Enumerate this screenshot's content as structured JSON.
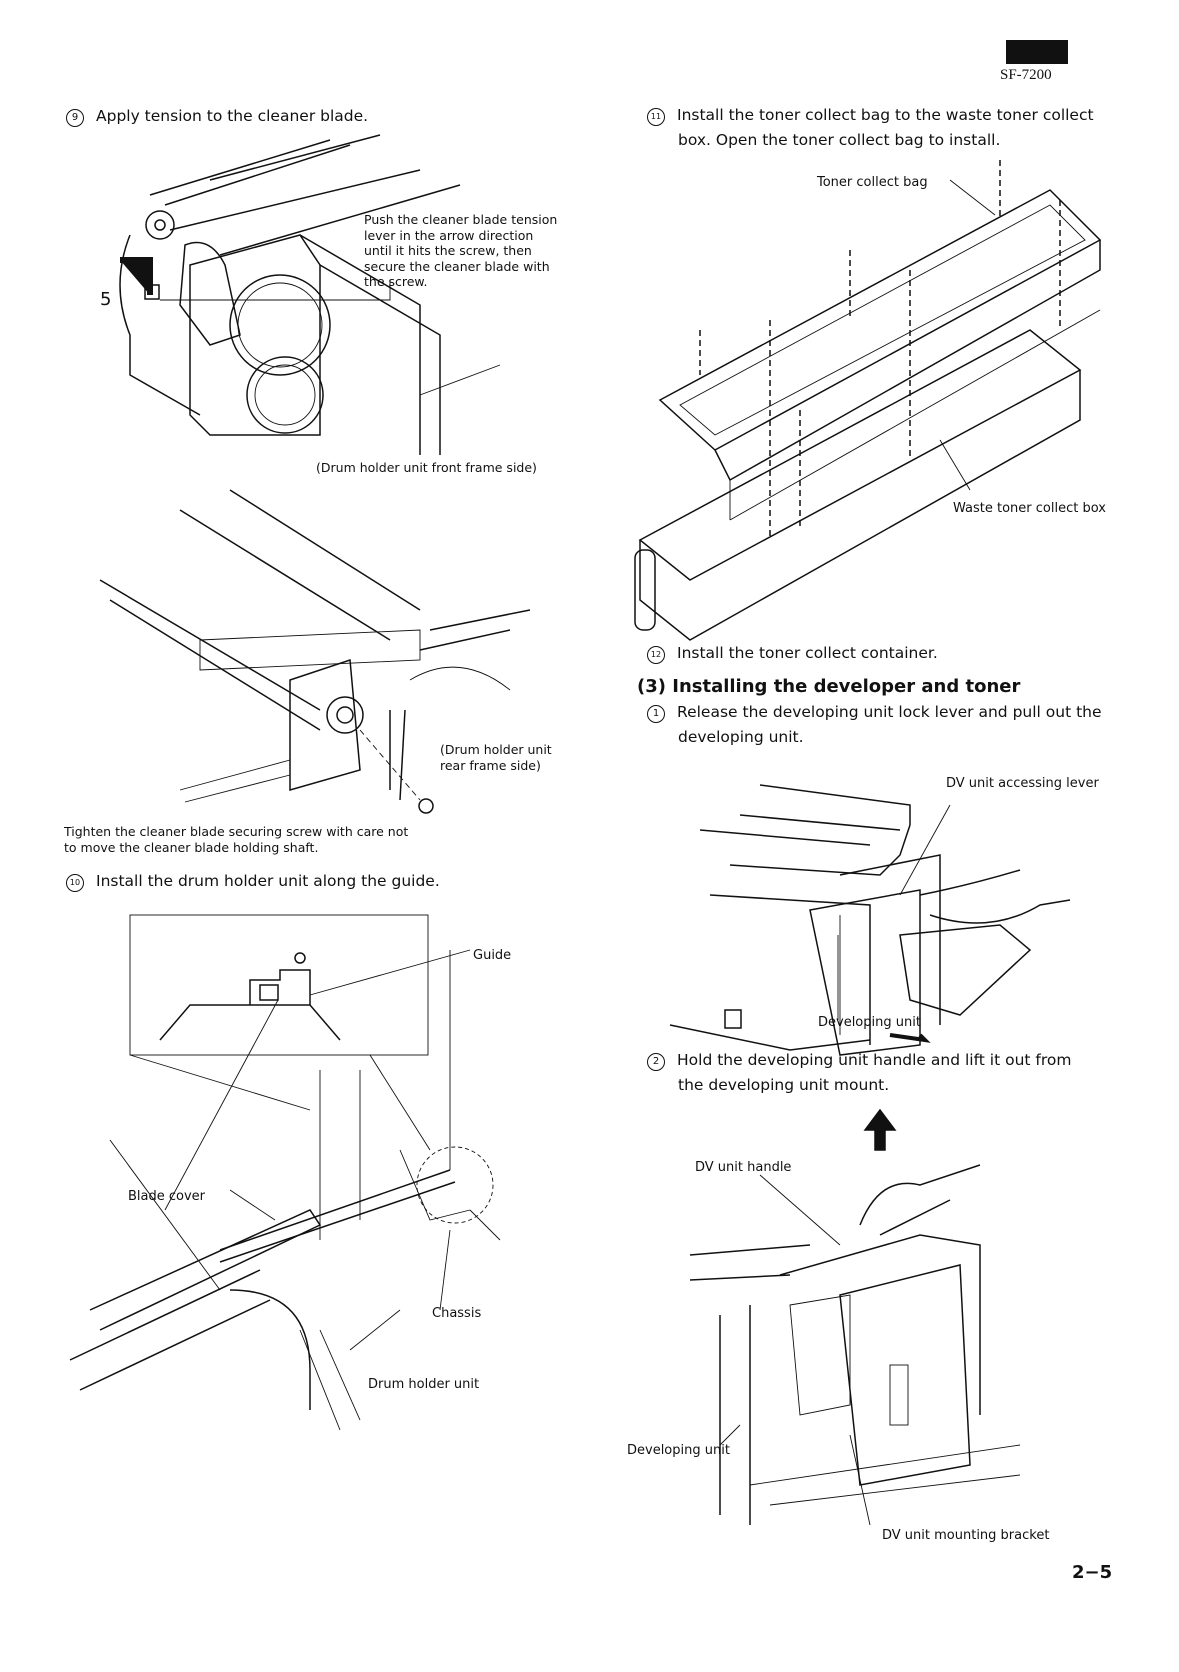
{
  "header": {
    "model": "SF-7200"
  },
  "left": {
    "step9": {
      "num": "9",
      "text": "Apply tension to the cleaner blade."
    },
    "callout_tension": [
      "Push the cleaner blade tension",
      "lever in the arrow direction",
      "until it hits the screw, then",
      "secure the cleaner blade with",
      "the screw."
    ],
    "front_caption": "(Drum holder unit front frame side)",
    "rear_caption": [
      "(Drum holder unit",
      "rear frame side)"
    ],
    "tighten_note": [
      "Tighten the cleaner blade securing screw with care not",
      "to move the cleaner blade holding shaft."
    ],
    "step10": {
      "num": "10",
      "text": "Install the drum holder unit along the guide."
    },
    "labels": {
      "guide": "Guide",
      "blade_cover": "Blade cover",
      "chassis": "Chassis",
      "drum_holder_unit": "Drum holder unit"
    }
  },
  "right": {
    "step11": {
      "num": "11",
      "lines": [
        "Install the toner collect bag to the waste toner collect",
        "box. Open the toner collect bag to install."
      ]
    },
    "labels_bag": {
      "toner_collect_bag": "Toner collect bag",
      "waste_toner_collect_box": "Waste toner collect box"
    },
    "step12": {
      "num": "12",
      "text": "Install the toner collect container."
    },
    "section3": {
      "title": "(3) Installing the developer and toner"
    },
    "step1": {
      "num": "1",
      "lines": [
        "Release the developing unit lock lever and pull out the",
        "developing unit."
      ]
    },
    "labels_dv1": {
      "dv_lever": "DV unit accessing lever",
      "developing_unit": "Developing unit"
    },
    "step2": {
      "num": "2",
      "lines": [
        "Hold the developing unit handle and lift it out from",
        "the developing unit mount."
      ]
    },
    "labels_dv2": {
      "dv_handle": "DV unit handle",
      "developing_unit": "Developing unit",
      "mounting_bracket": "DV unit mounting bracket"
    }
  },
  "footer": {
    "page": "2−5"
  }
}
